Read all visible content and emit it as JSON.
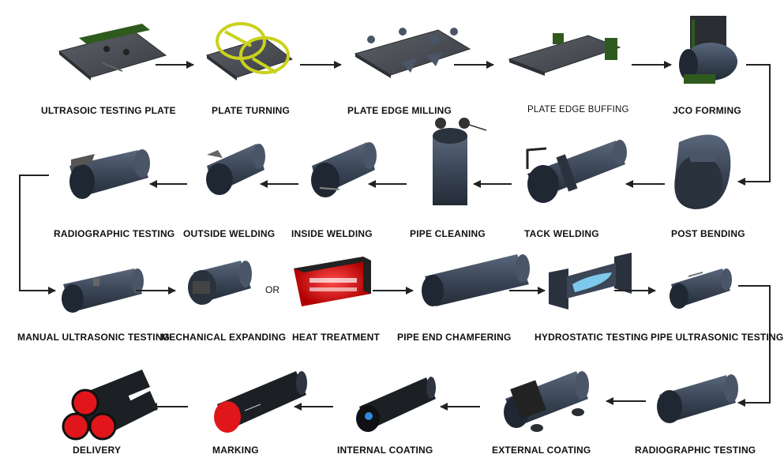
{
  "steps": [
    {
      "label": "ULTRASOIC TESTING PLATE"
    },
    {
      "label": "PLATE TURNING"
    },
    {
      "label": "PLATE EDGE MILLING"
    },
    {
      "label": "PLATE EDGE BUFFING"
    },
    {
      "label": "JCO FORMING"
    },
    {
      "label": "POST BENDING"
    },
    {
      "label": "TACK WELDING"
    },
    {
      "label": "PIPE CLEANING"
    },
    {
      "label": "INSIDE WELDING"
    },
    {
      "label": "OUTSIDE WELDING"
    },
    {
      "label": "RADIOGRAPHIC TESTING"
    },
    {
      "label": "MANUAL ULTRASONIC TESTING"
    },
    {
      "label": "MECHANICAL EXPANDING"
    },
    {
      "label": "HEAT TREATMENT"
    },
    {
      "label": "PIPE END CHAMFERING"
    },
    {
      "label": "HYDROSTATIC TESTING"
    },
    {
      "label": "PIPE ULTRASONIC TESTING"
    },
    {
      "label": "RADIOGRAPHIC TESTING"
    },
    {
      "label": "EXTERNAL COATING"
    },
    {
      "label": "INTERNAL COATING"
    },
    {
      "label": "MARKING"
    },
    {
      "label": "DELIVERY"
    }
  ],
  "or_text": "OR",
  "colors": {
    "pipe": "#3d4a5c",
    "pipe_dark": "#1f2733",
    "plate": "#4a4f57",
    "accent_green": "#2f5a1e",
    "accent_yellow": "#c9d21c",
    "heat_red": "#e0161b",
    "water_blue": "#7ec8ec",
    "arrow": "#222222"
  }
}
